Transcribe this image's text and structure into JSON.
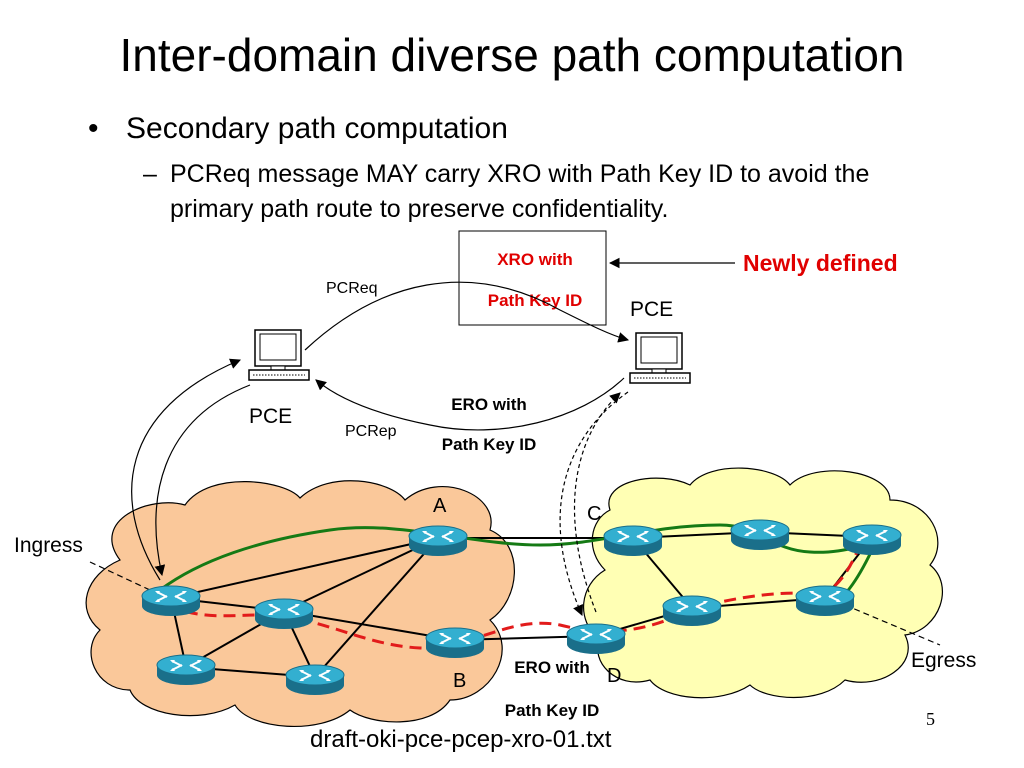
{
  "slide": {
    "title": "Inter-domain diverse path computation",
    "bullet": "Secondary path computation",
    "bullet_mark": "•",
    "sub_bullet_mark": "–",
    "sub_bullet": "PCReq message MAY carry XRO with Path Key ID to avoid the primary path route to preserve confidentiality.",
    "footer": "draft-oki-pce-pcep-xro-01.txt",
    "page_number": "5"
  },
  "diagram": {
    "xro_box": {
      "line1": "XRO with",
      "line2": "Path Key ID"
    },
    "newly_defined": "Newly defined",
    "pce_left": "PCE",
    "pce_right": "PCE",
    "pcreq": "PCReq",
    "pcrep": "PCRep",
    "ero_upper": {
      "line1": "ERO with",
      "line2": "Path Key ID"
    },
    "ero_lower": {
      "line1": "ERO with",
      "line2": "Path Key ID"
    },
    "node_a": "A",
    "node_b": "B",
    "node_c": "C",
    "node_d": "D",
    "ingress": "Ingress",
    "egress": "Egress",
    "colors": {
      "domain_left": "#fac89a",
      "domain_right": "#ffffb4",
      "primary_path": "#157a15",
      "secondary_path": "#e21b1b",
      "router": "#2aa0c0",
      "red_text": "#e00000"
    }
  }
}
